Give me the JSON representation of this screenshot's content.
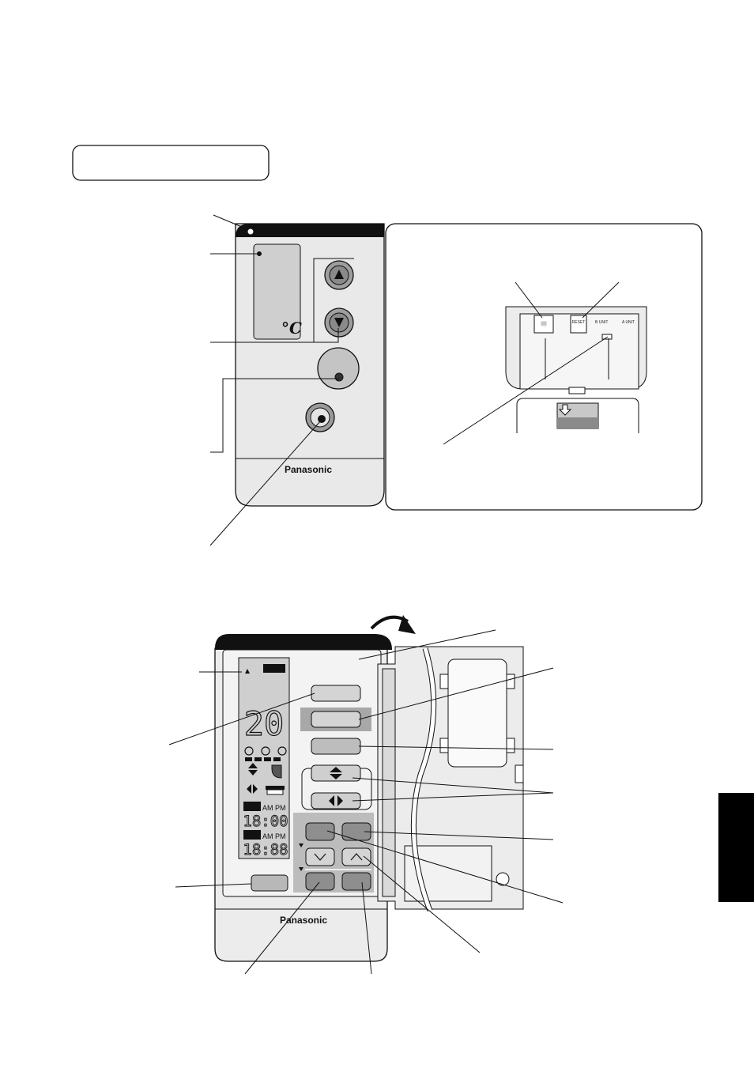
{
  "brand_top": "Panasonic",
  "brand_bottom": "Panasonic",
  "temp_unit": "°C",
  "lcd": {
    "temp_digits": "20",
    "timer_on": "18:00",
    "timer_off": "18:88",
    "ampm_on": "AM PM",
    "ampm_off": "AM PM"
  },
  "back": {
    "reset_label": "RESET",
    "b_unit_label": "B UNIT",
    "a_unit_label": "A UNIT"
  },
  "icons": {
    "up": "up-arrow-icon",
    "down": "down-arrow-icon",
    "updown": "vertical-swing-icon",
    "leftright": "horizontal-swing-icon",
    "fan": "fan-icon",
    "open": "curved-arrow-icon"
  }
}
